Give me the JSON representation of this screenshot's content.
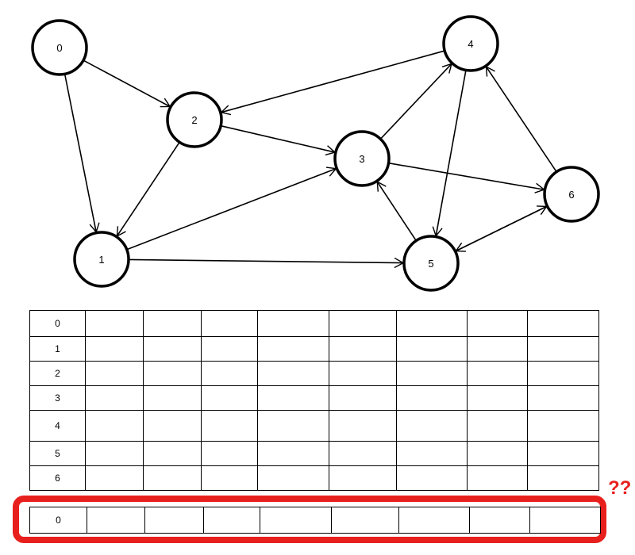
{
  "graph": {
    "nodes": [
      {
        "id": "0",
        "label": "0"
      },
      {
        "id": "1",
        "label": "1"
      },
      {
        "id": "2",
        "label": "2"
      },
      {
        "id": "3",
        "label": "3"
      },
      {
        "id": "4",
        "label": "4"
      },
      {
        "id": "5",
        "label": "5"
      },
      {
        "id": "6",
        "label": "6"
      }
    ],
    "edges": [
      {
        "from": "0",
        "to": "2"
      },
      {
        "from": "0",
        "to": "1"
      },
      {
        "from": "4",
        "to": "2"
      },
      {
        "from": "2",
        "to": "1"
      },
      {
        "from": "2",
        "to": "3"
      },
      {
        "from": "1",
        "to": "3"
      },
      {
        "from": "1",
        "to": "5"
      },
      {
        "from": "3",
        "to": "4"
      },
      {
        "from": "3",
        "to": "6"
      },
      {
        "from": "4",
        "to": "5"
      },
      {
        "from": "5",
        "to": "3"
      },
      {
        "from": "6",
        "to": "4"
      },
      {
        "from": "6",
        "to": "5"
      },
      {
        "from": "5",
        "to": "6"
      }
    ]
  },
  "adjacency_table": {
    "row_labels": [
      "0",
      "1",
      "2",
      "3",
      "4",
      "5",
      "6"
    ]
  },
  "bottom_row": {
    "label": "0"
  },
  "annotation": "??",
  "colors": {
    "highlight": "#e8201d",
    "line": "#000000"
  }
}
